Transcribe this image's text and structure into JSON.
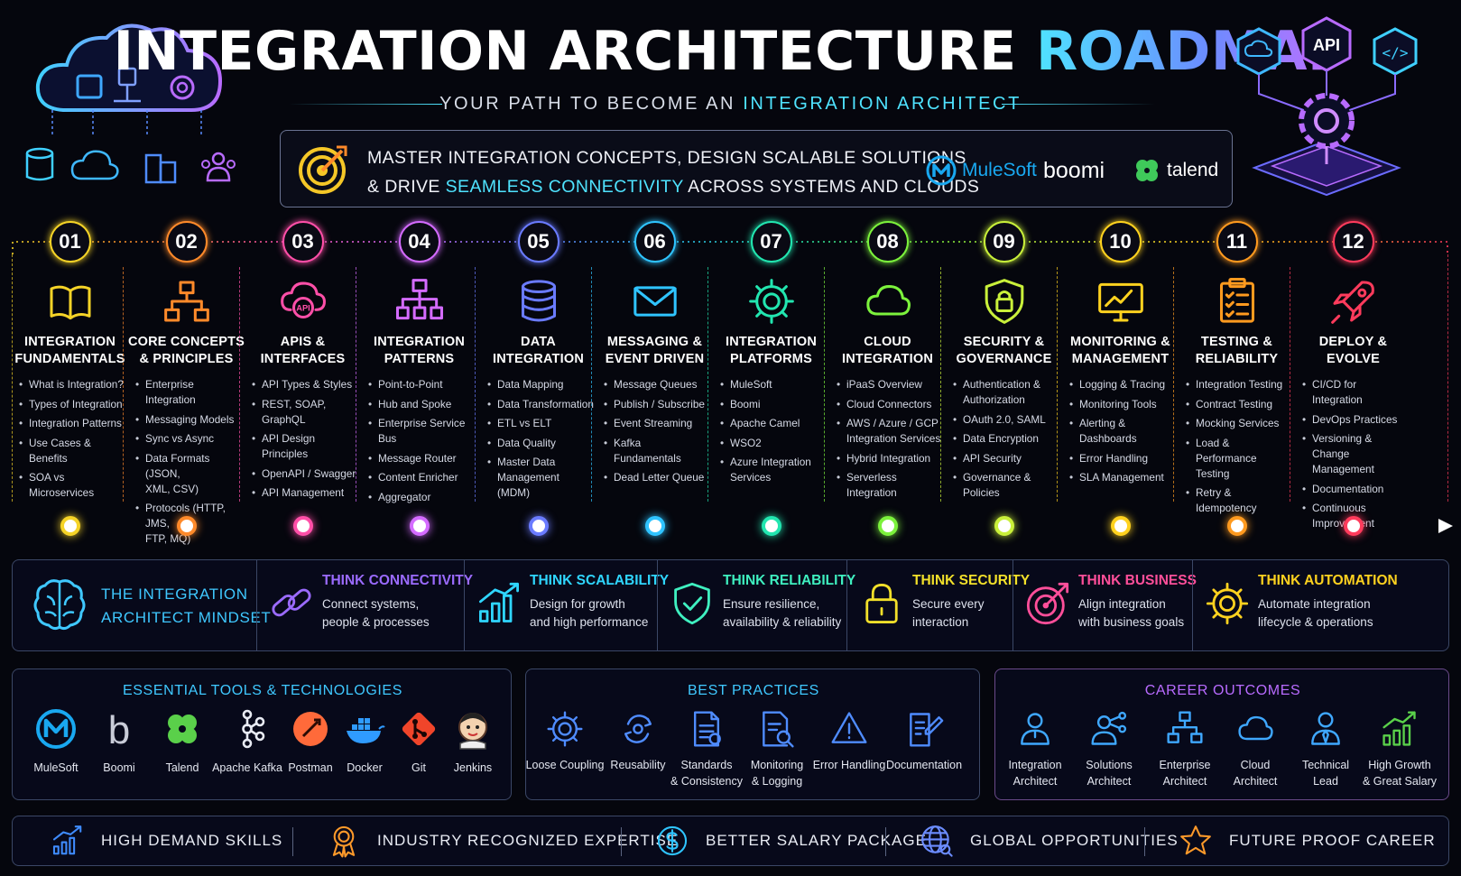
{
  "header": {
    "title_main": "INTEGRATION ARCHITECTURE ",
    "title_highlight": "ROADMAP",
    "subtitle_main": "YOUR PATH TO BECOME AN ",
    "subtitle_highlight": "INTEGRATION ARCHITECT"
  },
  "mission": {
    "line1": "MASTER INTEGRATION CONCEPTS, DESIGN SCALABLE SOLUTIONS",
    "line2_pre": "& DRIVE ",
    "line2_highlight": "SEAMLESS CONNECTIVITY",
    "line2_post": " ACROSS SYSTEMS AND CLOUDS",
    "brands": [
      "MuleSoft",
      "boomi",
      "talend"
    ]
  },
  "steps": [
    {
      "num": "01",
      "title1": "INTEGRATION",
      "title2": "FUNDAMENTALS",
      "color": "#f5d327",
      "icon": "book-icon",
      "items": [
        "What is Integration?",
        "Types of Integration",
        "Integration Patterns",
        "Use Cases & Benefits",
        "SOA vs Microservices"
      ]
    },
    {
      "num": "02",
      "title1": "CORE CONCEPTS",
      "title2": "& PRINCIPLES",
      "color": "#ff8a2a",
      "icon": "hierarchy-icon",
      "items": [
        "Enterprise Integration",
        "Messaging Models",
        "Sync vs Async",
        "Data Formats (JSON,\nXML, CSV)",
        "Protocols (HTTP, JMS,\nFTP, MQ)"
      ]
    },
    {
      "num": "03",
      "title1": "APIS &",
      "title2": "INTERFACES",
      "color": "#ff4fa8",
      "icon": "api-cloud-icon",
      "items": [
        "API Types & Styles",
        "REST, SOAP, GraphQL",
        "API Design Principles",
        "OpenAPI / Swagger",
        "API Management"
      ]
    },
    {
      "num": "04",
      "title1": "INTEGRATION",
      "title2": "PATTERNS",
      "color": "#d46bff",
      "icon": "pattern-tree-icon",
      "items": [
        "Point-to-Point",
        "Hub and Spoke",
        "Enterprise Service Bus",
        "Message Router",
        "Content Enricher",
        "Aggregator"
      ]
    },
    {
      "num": "05",
      "title1": "DATA",
      "title2": "INTEGRATION",
      "color": "#6a7bff",
      "icon": "database-icon",
      "items": [
        "Data Mapping",
        "Data Transformation",
        "ETL vs ELT",
        "Data Quality",
        "Master Data\nManagement (MDM)"
      ]
    },
    {
      "num": "06",
      "title1": "MESSAGING &",
      "title2": "EVENT DRIVEN",
      "color": "#2fc4ff",
      "icon": "envelope-icon",
      "items": [
        "Message Queues",
        "Publish / Subscribe",
        "Event Streaming",
        "Kafka Fundamentals",
        "Dead Letter Queue"
      ]
    },
    {
      "num": "07",
      "title1": "INTEGRATION",
      "title2": "PLATFORMS",
      "color": "#22e6b0",
      "icon": "gear-icon",
      "items": [
        "MuleSoft",
        "Boomi",
        "Apache Camel",
        "WSO2",
        "Azure Integration\nServices"
      ]
    },
    {
      "num": "08",
      "title1": "CLOUD",
      "title2": "INTEGRATION",
      "color": "#7cf23c",
      "icon": "cloud-icon",
      "items": [
        "iPaaS Overview",
        "Cloud Connectors",
        "AWS / Azure / GCP\nIntegration Services",
        "Hybrid Integration",
        "Serverless Integration"
      ]
    },
    {
      "num": "09",
      "title1": "SECURITY &",
      "title2": "GOVERNANCE",
      "color": "#c9f03a",
      "icon": "shield-lock-icon",
      "items": [
        "Authentication &\nAuthorization",
        "OAuth 2.0, SAML",
        "Data Encryption",
        "API Security",
        "Governance & Policies"
      ]
    },
    {
      "num": "10",
      "title1": "MONITORING &",
      "title2": "MANAGEMENT",
      "color": "#ffd21f",
      "icon": "monitor-chart-icon",
      "items": [
        "Logging & Tracing",
        "Monitoring Tools",
        "Alerting & Dashboards",
        "Error Handling",
        "SLA Management"
      ]
    },
    {
      "num": "11",
      "title1": "TESTING &",
      "title2": "RELIABILITY",
      "color": "#ff9a1f",
      "icon": "clipboard-check-icon",
      "items": [
        "Integration Testing",
        "Contract Testing",
        "Mocking Services",
        "Load & Performance\nTesting",
        "Retry & Idempotency"
      ]
    },
    {
      "num": "12",
      "title1": "DEPLOY &",
      "title2": "EVOLVE",
      "color": "#ff3b5c",
      "icon": "rocket-icon",
      "items": [
        "CI/CD for Integration",
        "DevOps Practices",
        "Versioning & Change\nManagement",
        "Documentation",
        "Continuous\nImprovement"
      ]
    }
  ],
  "mindset": {
    "title1": "THE INTEGRATION",
    "title2": "ARCHITECT MINDSET",
    "items": [
      {
        "head": "THINK CONNECTIVITY",
        "d1": "Connect systems,",
        "d2": "people & processes",
        "color": "#9b6bff",
        "icon": "link-icon"
      },
      {
        "head": "THINK SCALABILITY",
        "d1": "Design for growth",
        "d2": "and high performance",
        "color": "#2fd6ff",
        "icon": "growth-bars-icon"
      },
      {
        "head": "THINK RELIABILITY",
        "d1": "Ensure resilience,",
        "d2": "availability & reliability",
        "color": "#3ff0c0",
        "icon": "shield-check-icon"
      },
      {
        "head": "THINK SECURITY",
        "d1": "Secure every",
        "d2": "interaction",
        "color": "#f2e02a",
        "icon": "padlock-icon"
      },
      {
        "head": "THINK BUSINESS",
        "d1": "Align integration",
        "d2": "with business goals",
        "color": "#ff4f9a",
        "icon": "target-icon"
      },
      {
        "head": "THINK AUTOMATION",
        "d1": "Automate integration",
        "d2": "lifecycle & operations",
        "color": "#ffd21f",
        "icon": "gear-icon"
      }
    ]
  },
  "tools": {
    "title": "ESSENTIAL TOOLS & TECHNOLOGIES",
    "items": [
      {
        "label": "MuleSoft",
        "icon": "mulesoft-icon"
      },
      {
        "label": "Boomi",
        "icon": "boomi-icon"
      },
      {
        "label": "Talend",
        "icon": "talend-icon"
      },
      {
        "label": "Apache Kafka",
        "icon": "kafka-icon"
      },
      {
        "label": "Postman",
        "icon": "postman-icon"
      },
      {
        "label": "Docker",
        "icon": "docker-icon"
      },
      {
        "label": "Git",
        "icon": "git-icon"
      },
      {
        "label": "Jenkins",
        "icon": "jenkins-icon"
      }
    ]
  },
  "practices": {
    "title": "BEST PRACTICES",
    "items": [
      {
        "l1": "Loose Coupling",
        "l2": "",
        "icon": "gear-icon"
      },
      {
        "l1": "Reusability",
        "l2": "",
        "icon": "recycle-icon"
      },
      {
        "l1": "Standards",
        "l2": "& Consistency",
        "icon": "document-icon"
      },
      {
        "l1": "Monitoring",
        "l2": "& Logging",
        "icon": "search-doc-icon"
      },
      {
        "l1": "Error Handling",
        "l2": "",
        "icon": "warning-icon"
      },
      {
        "l1": "Documentation",
        "l2": "",
        "icon": "edit-doc-icon"
      }
    ]
  },
  "career": {
    "title": "CAREER OUTCOMES",
    "items": [
      {
        "l1": "Integration",
        "l2": "Architect",
        "icon": "person-icon"
      },
      {
        "l1": "Solutions",
        "l2": "Architect",
        "icon": "person-network-icon"
      },
      {
        "l1": "Enterprise",
        "l2": "Architect",
        "icon": "org-chart-icon"
      },
      {
        "l1": "Cloud",
        "l2": "Architect",
        "icon": "cloud-icon"
      },
      {
        "l1": "Technical",
        "l2": "Lead",
        "icon": "person-tie-icon"
      },
      {
        "l1": "High Growth",
        "l2": "& Great Salary",
        "icon": "growth-chart-icon"
      }
    ]
  },
  "benefits": [
    {
      "label": "HIGH DEMAND SKILLS",
      "icon": "trend-up-icon",
      "color": "#3f8cff"
    },
    {
      "label": "INDUSTRY RECOGNIZED EXPERTISE",
      "icon": "award-icon",
      "color": "#ff9a2a"
    },
    {
      "label": "BETTER SALARY PACKAGE",
      "icon": "dollar-icon",
      "color": "#2fc4ff"
    },
    {
      "label": "GLOBAL OPPORTUNITIES",
      "icon": "globe-icon",
      "color": "#6b8cff"
    },
    {
      "label": "FUTURE PROOF CAREER",
      "icon": "star-icon",
      "color": "#ff9a2a"
    }
  ]
}
